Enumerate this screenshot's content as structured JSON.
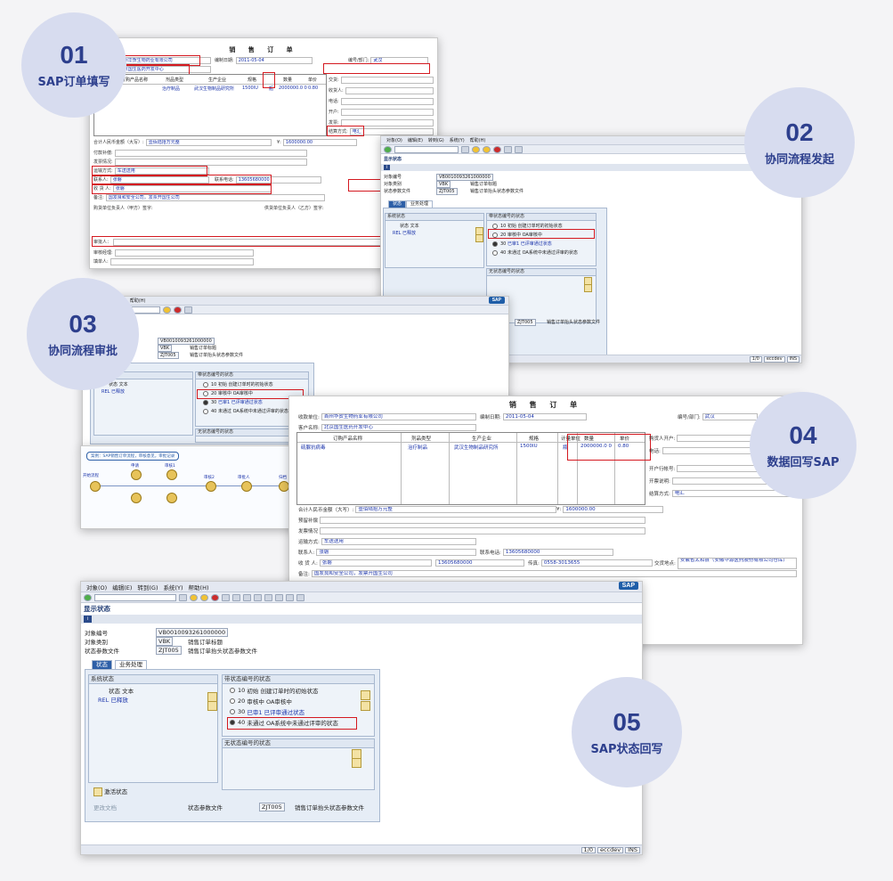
{
  "steps": [
    {
      "num": "01",
      "label": "SAP订单填写"
    },
    {
      "num": "02",
      "label": "协同流程发起"
    },
    {
      "num": "03",
      "label": "协同流程审批"
    },
    {
      "num": "04",
      "label": "数据回写SAP"
    },
    {
      "num": "05",
      "label": "SAP状态回写"
    }
  ],
  "colors": {
    "badge_bg": "#d7dcef",
    "badge_text": "#2d3f8d",
    "highlight_red": "#d41920",
    "sap_blue": "#2d5fa7"
  },
  "order": {
    "title": "销 售 订 单",
    "seller_label": "收款单位:",
    "seller": "首州华贺生物药业有限公司",
    "date_label": "编制日期:",
    "date": "2011-05-04",
    "dept_label": "编号/部门:",
    "dept": "武汉",
    "customer_label": "客户名称:",
    "customer": "北京国生医药开发中心",
    "cols": [
      "订购产品名称",
      "剂品类型",
      "生产企业",
      "规格",
      "计量单位",
      "数量",
      "单价"
    ],
    "product": "硫脲抗病毒",
    "ptype": "治疗制品",
    "maker": "武汉生物制品研究所",
    "spec": "1500IU",
    "unit": "瓶",
    "qty": "2000000.0 0",
    "price": "0.80",
    "amount_label": "合计人民币金额（大写）:",
    "amount_text": "壹佰陆拾万元整",
    "amount": "1600000.00",
    "ship_label": "运输方式:",
    "ship": "车送送用",
    "contact_label": "联系人:",
    "contact": "张磐",
    "phone_label": "联系电话:",
    "phone": "13605680000",
    "receiver_label": "收 货 人:",
    "receiver": "张磐",
    "recv_phone": "13605680000",
    "fax": "0558-3013655",
    "remark_label": "备注:",
    "remark": "国发良和安全公司，发票开国生公司",
    "settle_label": "结算方式:",
    "settle": "电汇",
    "delivery_label": "交货地点:",
    "delivery": "安徽省太和县（安徽华源医药股份有限公司仓库）",
    "sign_buyer": "购货单位负责人（甲方）签字:",
    "sign_seller": "供货单位负责人（乙方）签字:"
  },
  "sap": {
    "menu": [
      "对象(O)",
      "编辑(E)",
      "转到(G)",
      "系统(Y)",
      "帮助(H)"
    ],
    "logo": "SAP",
    "screen_title": "显示状态",
    "obj_no_label": "对象编号",
    "obj_no": "VB0010093261000000",
    "obj_type_label": "对象类别",
    "obj_type": "VBK",
    "obj_type_desc": "销售订单标题",
    "profile_label": "状态参数文件",
    "profile": "ZJT005",
    "profile_desc": "销售订单抬头状态参数文件",
    "tabs": [
      "状态",
      "业务处理"
    ],
    "sys_status_title": "系统状态",
    "sys_status_header": "状态 文本",
    "sys_status_code": "REL",
    "sys_status_text": "已释放",
    "user_status_title": "带状态编号的状态",
    "user_status": [
      {
        "no": "10",
        "code": "初始",
        "text": "创建订单时的初始状态"
      },
      {
        "no": "20",
        "code": "审核中",
        "text": "OA审核中"
      },
      {
        "no": "30",
        "code": "已审1",
        "text": "已评审通过状态"
      },
      {
        "no": "40",
        "code": "未通过",
        "text": "OA系统中未通过评审的状态"
      }
    ],
    "no_number_title": "无状态编号的状态",
    "activate_label": "激活状态",
    "change_docs": "更改文档",
    "profile_bottom_label": "状态参数文件",
    "status_client": "1/0",
    "status_server": "eccdev",
    "status_mode": "INS"
  },
  "workflow": {
    "banner": "案例：SAP销售订单流程，审核意见，审批记录",
    "start": "开始流程",
    "n1": "申请",
    "n2": "审核1",
    "n3": "审核2",
    "n4": "审批人",
    "n5": "归档"
  }
}
